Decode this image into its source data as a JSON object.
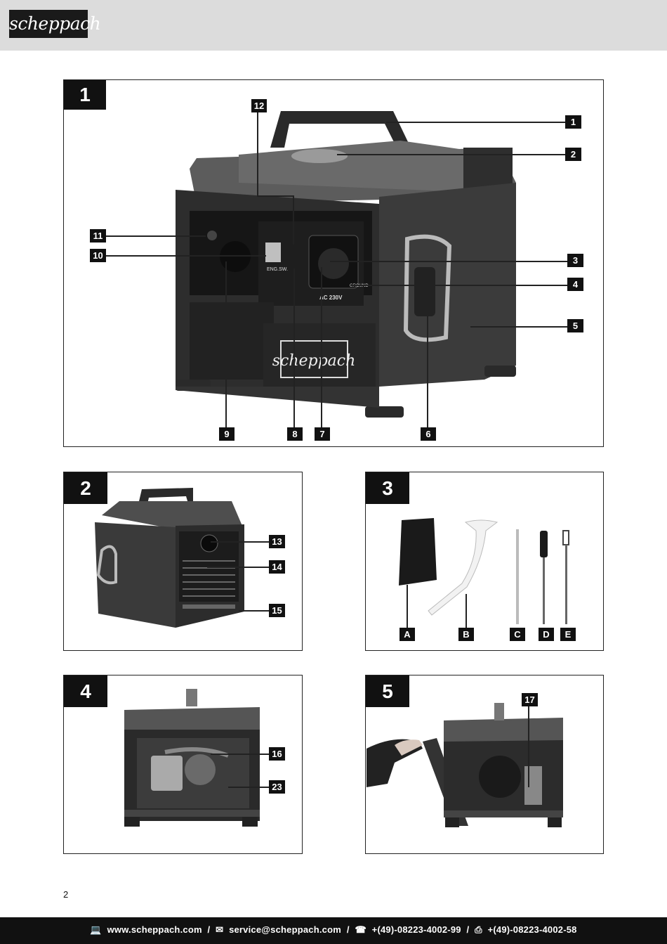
{
  "header": {
    "logo_text": "scheppach"
  },
  "figures": [
    {
      "number": "1",
      "callouts": [
        "1",
        "2",
        "3",
        "4",
        "5",
        "6",
        "7",
        "8",
        "9",
        "10",
        "11",
        "12"
      ],
      "panel_texts": {
        "switch": "ENG.SW.",
        "socket": "AC 230V",
        "ground": "GROUND",
        "front_logo": "scheppach"
      }
    },
    {
      "number": "2",
      "callouts": [
        "13",
        "14",
        "15"
      ]
    },
    {
      "number": "3",
      "callouts": [
        "A",
        "B",
        "C",
        "D",
        "E"
      ]
    },
    {
      "number": "4",
      "callouts": [
        "16",
        "23"
      ]
    },
    {
      "number": "5",
      "callouts": [
        "17"
      ]
    }
  ],
  "page_number": "2",
  "footer": {
    "web_icon": "computer-icon",
    "web": "www.scheppach.com",
    "mail_icon": "envelope-icon",
    "email": "service@scheppach.com",
    "phone_icon": "phone-icon",
    "phone": "+(49)-08223-4002-99",
    "fax_icon": "fax-icon",
    "fax": "+(49)-08223-4002-58",
    "separator": "/"
  }
}
